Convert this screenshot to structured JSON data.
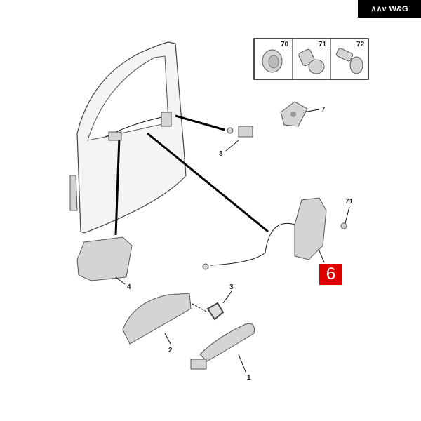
{
  "logo": {
    "mark": "∧∧v",
    "text": "W&G"
  },
  "inset_labels": [
    "70",
    "71",
    "72"
  ],
  "callouts": {
    "p7": "7",
    "p8": "8",
    "p71": "71",
    "p6": "6",
    "p4": "4",
    "p3": "3",
    "p2": "2",
    "p1": "1"
  },
  "colors": {
    "highlight": "#e00000"
  }
}
